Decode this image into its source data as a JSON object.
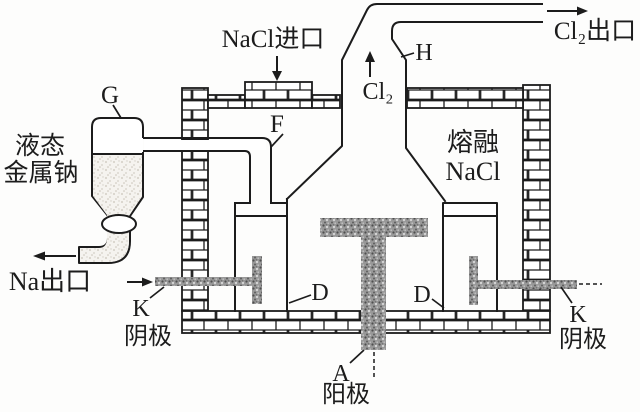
{
  "diagram": {
    "labels": {
      "nacl_inlet": "NaCl进口",
      "cl2_outlet": "Cl₂出口",
      "h": "H",
      "cl2_gas": "Cl₂",
      "g": "G",
      "f": "F",
      "liquid_na_1": "液态",
      "liquid_na_2": "金属钠",
      "molten_1": "熔融",
      "molten_2": "NaCl",
      "na_outlet": "Na出口",
      "k_left": "K",
      "cathode_left": "阴极",
      "d_left": "D",
      "d_right": "D",
      "k_right": "K",
      "cathode_right": "阴极",
      "a": "A",
      "anode": "阳极"
    },
    "colors": {
      "line": "#1c1c1c",
      "electrode_fill": "#989898",
      "sodium_fill": "#f5f3ef",
      "background": "#fdfdfc"
    }
  }
}
